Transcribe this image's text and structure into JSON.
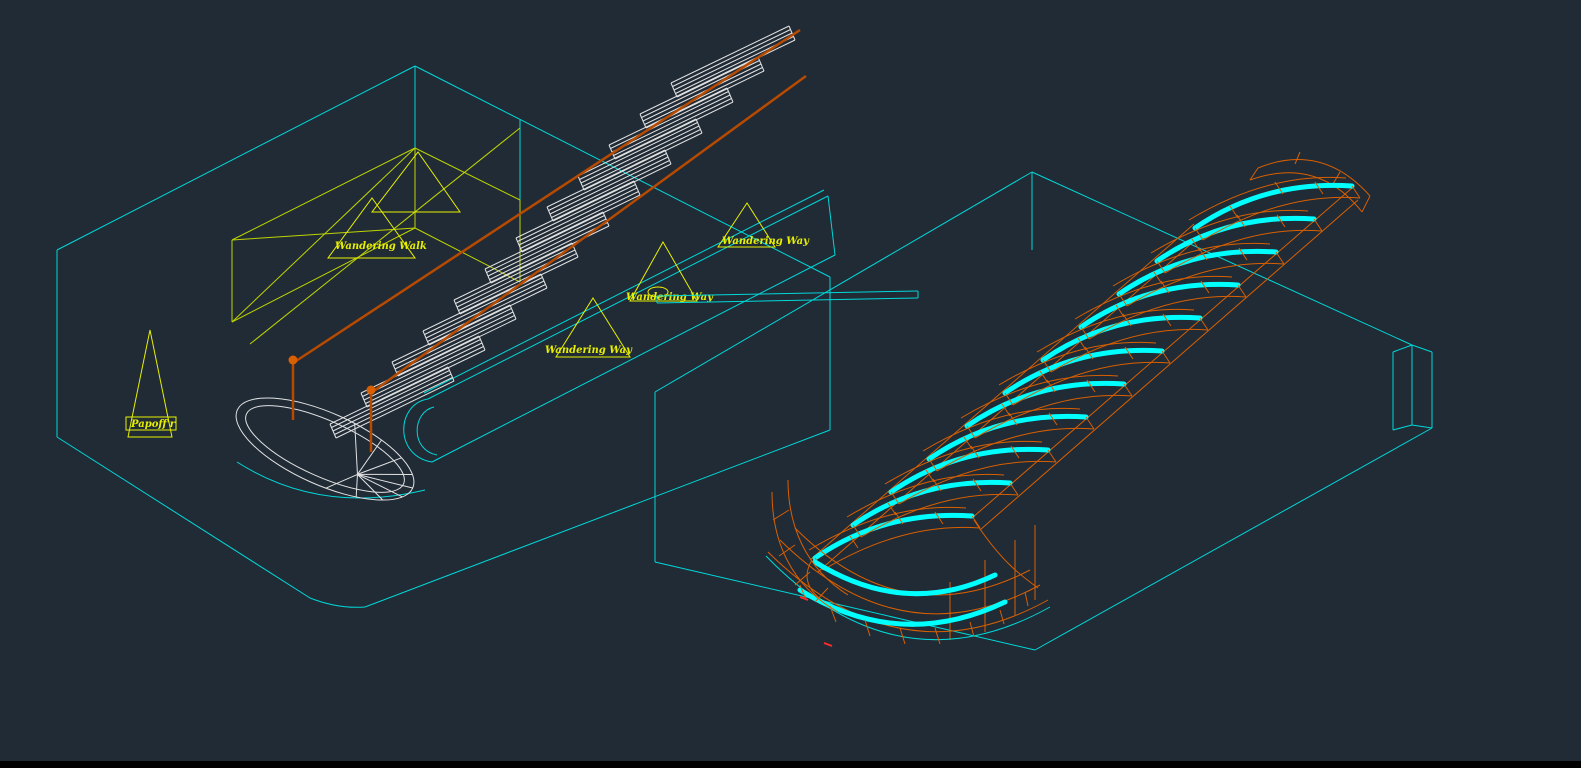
{
  "canvas": {
    "background_color": "#202b36",
    "bottom_bar_color": "#000000"
  },
  "colors": {
    "wireframe_cyan": "#00d8d8",
    "highlight_cyan": "#00ffff",
    "wireframe_orange": "#d95f00",
    "rail_rust": "#b84a00",
    "tread_white": "#e2e2e2",
    "annotation_yellow": "#e8f000",
    "box_green": "#bfd400",
    "marker_red": "#ff2a2a"
  },
  "left_model": {
    "labels": [
      {
        "text": "Wandering Walk"
      },
      {
        "text": "Wandering Way"
      },
      {
        "text": "Wandering Way"
      },
      {
        "text": "Wandering Way"
      },
      {
        "text": "Papoff'r"
      }
    ]
  }
}
